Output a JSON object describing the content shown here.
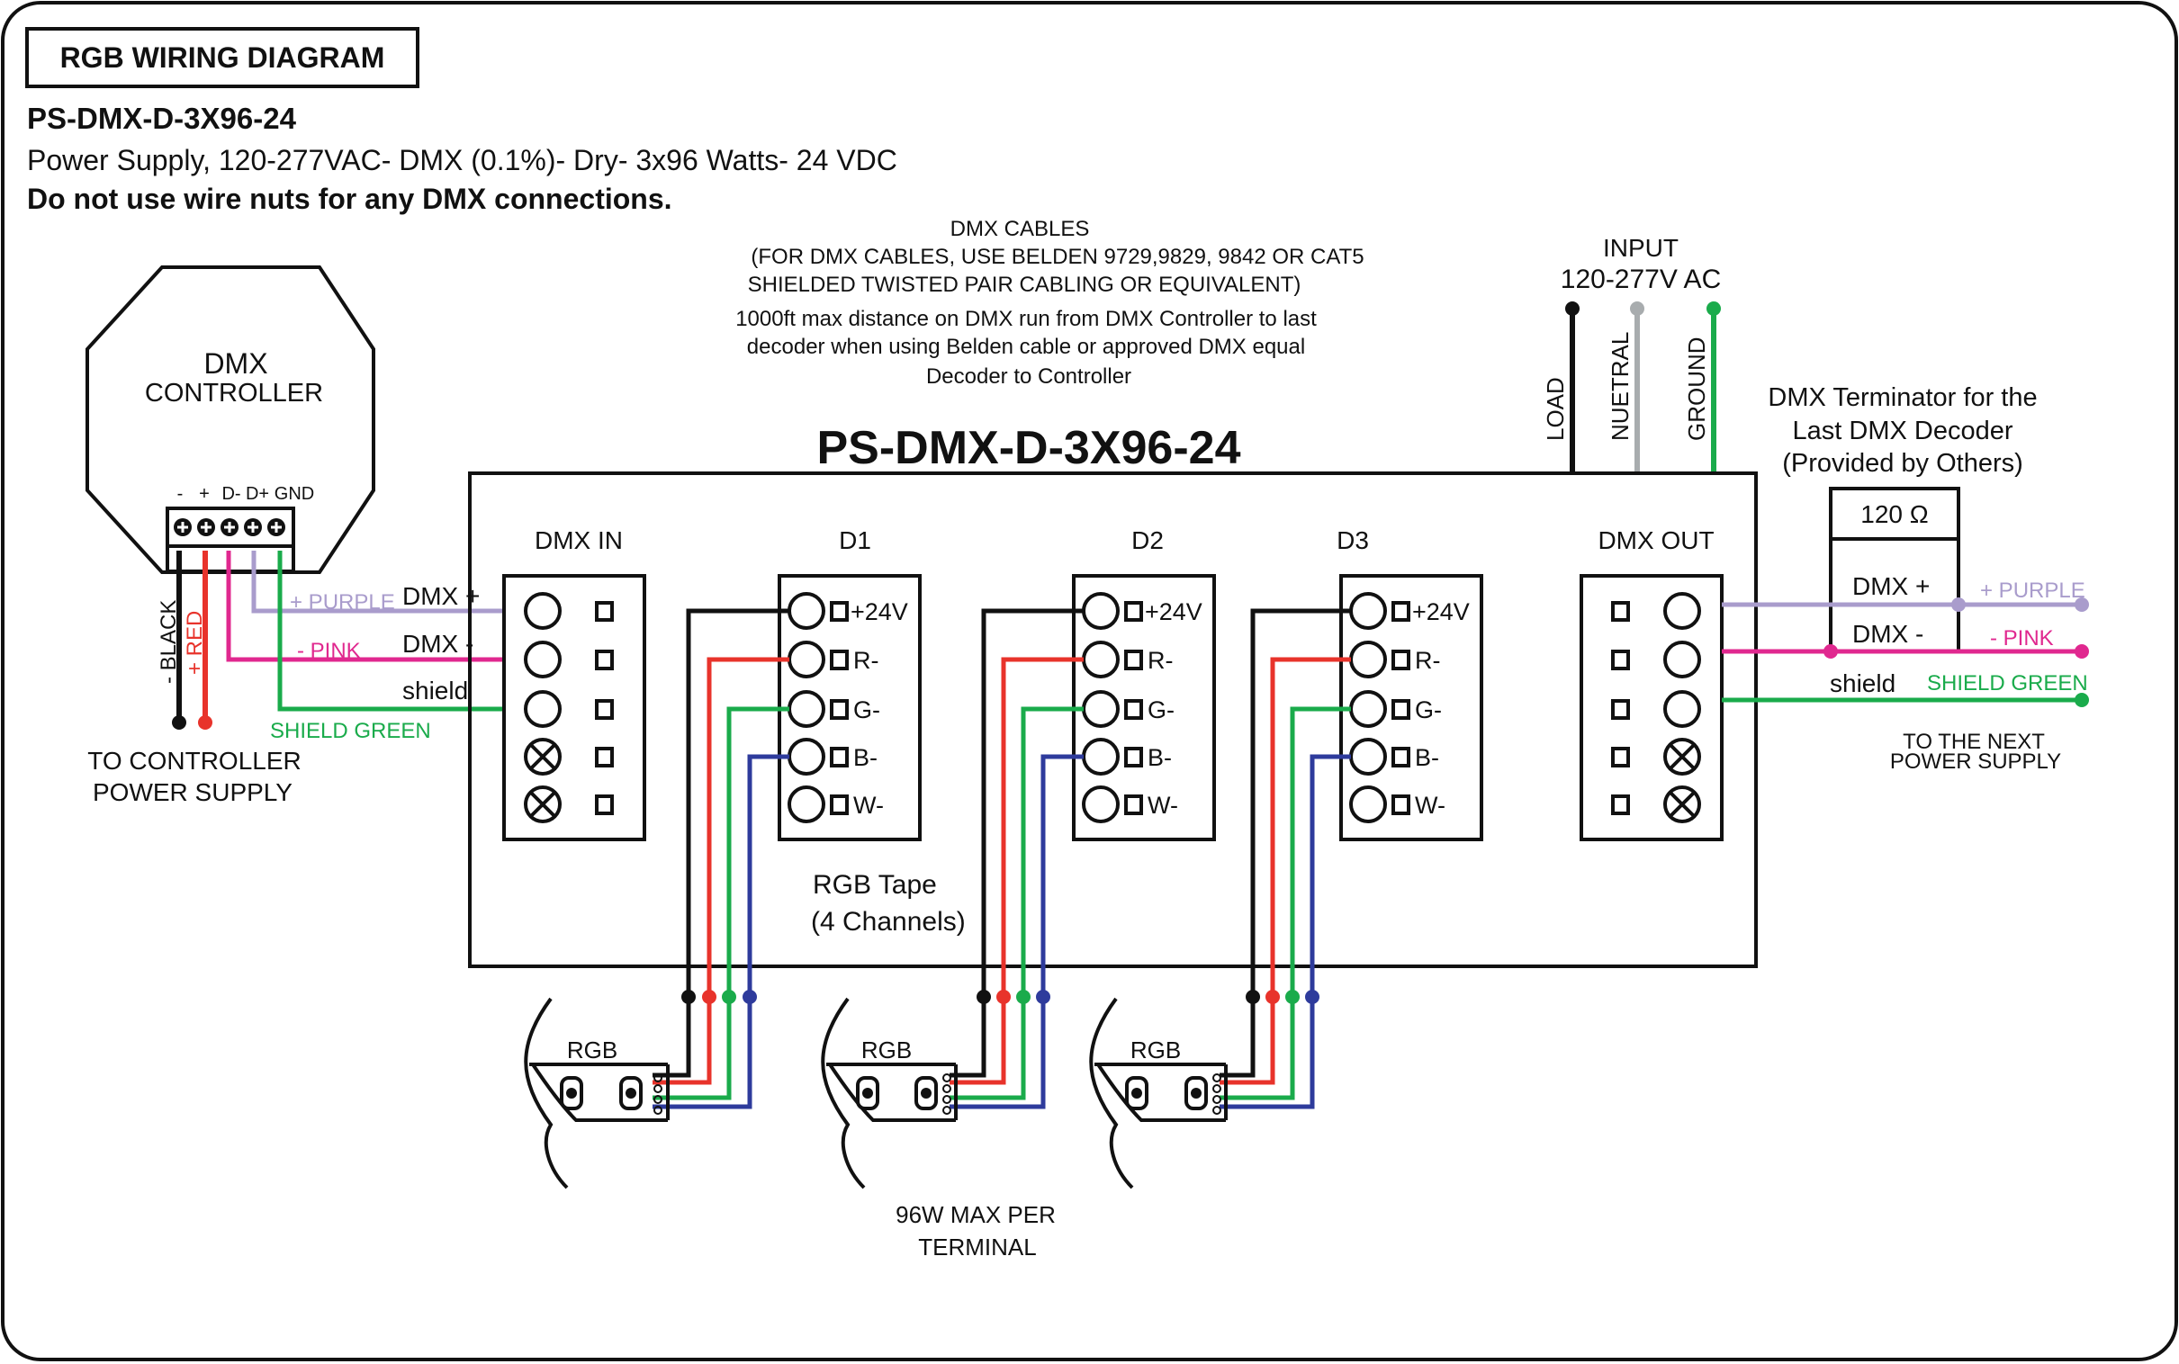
{
  "header": {
    "title_box": "RGB WIRING DIAGRAM",
    "model": "PS-DMX-D-3X96-24",
    "description": "Power Supply, 120-277VAC- DMX (0.1%)- Dry- 3x96 Watts- 24 VDC",
    "warning": "Do not use wire nuts for any DMX connections."
  },
  "notes": {
    "dmx_cables": [
      "DMX CABLES",
      "(FOR DMX CABLES, USE BELDEN 9729,9829, 9842 OR CAT5",
      "SHIELDED TWISTED PAIR CABLING OR EQUIVALENT)",
      "1000ft max distance on DMX run from DMX Controller to last",
      "decoder when using Belden cable or approved DMX equal",
      "Decoder to Controller"
    ],
    "max_per_terminal": [
      "96W MAX PER",
      "TERMINAL"
    ],
    "rgb_tape": [
      "RGB Tape",
      "(4 Channels)"
    ]
  },
  "input": {
    "title": [
      "INPUT",
      "120-277V AC"
    ],
    "wires": [
      "LOAD",
      "NUETRAL",
      "GROUND"
    ]
  },
  "controller": {
    "title": [
      "DMX",
      "CONTROLLER"
    ],
    "pins": [
      "-",
      "+",
      "D-",
      "D+",
      "GND"
    ],
    "wire_labels": {
      "black": "- BLACK",
      "red": "+ RED",
      "purple": "+ PURPLE",
      "pink": "- PINK",
      "shield": "SHIELD GREEN"
    },
    "bottom_label": [
      "TO CONTROLLER",
      "POWER SUPPLY"
    ]
  },
  "power_supply": {
    "title": "PS-DMX-D-3X96-24",
    "dmx_in": {
      "title": "DMX IN",
      "labels": [
        "DMX +",
        "DMX -",
        "shield"
      ]
    },
    "decoders": [
      {
        "title": "D1",
        "pins": [
          "+24V",
          "R-",
          "G-",
          "B-",
          "W-"
        ]
      },
      {
        "title": "D2",
        "pins": [
          "+24V",
          "R-",
          "G-",
          "B-",
          "W-"
        ]
      },
      {
        "title": "D3",
        "pins": [
          "+24V",
          "R-",
          "G-",
          "B-",
          "W-"
        ]
      }
    ],
    "dmx_out": {
      "title": "DMX OUT"
    }
  },
  "terminator": {
    "title": [
      "DMX Terminator for the",
      "Last DMX Decoder",
      "(Provided by Others)"
    ],
    "resistor": "120 Ω",
    "labels": [
      "DMX +",
      "DMX -",
      "shield"
    ],
    "wire_labels": {
      "purple": "+ PURPLE",
      "pink": "- PINK",
      "shield": "SHIELD GREEN"
    },
    "bottom_label": [
      "TO THE NEXT",
      "POWER SUPPLY"
    ]
  },
  "strips": [
    {
      "label": "RGB"
    },
    {
      "label": "RGB"
    },
    {
      "label": "RGB"
    }
  ],
  "colors": {
    "black": "#111111",
    "red": "#e8332b",
    "green": "#1aab4b",
    "blue": "#2e3b9c",
    "purple": "#a99ccc",
    "pink": "#e0288f",
    "gray": "#a8acae"
  }
}
